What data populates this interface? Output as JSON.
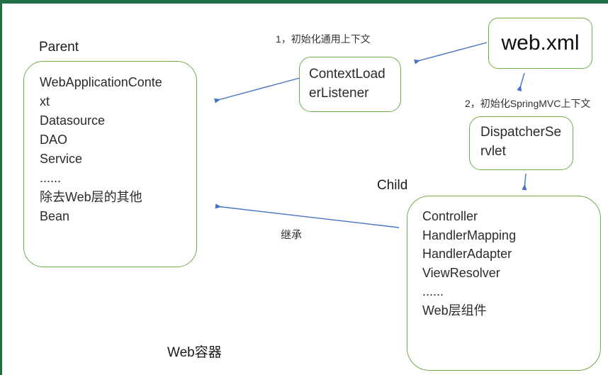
{
  "diagram": {
    "title_labels": {
      "parent": "Parent",
      "child": "Child",
      "web_container": "Web容器"
    },
    "step_labels": {
      "step1": "1，初始化通用上下文",
      "step2": "2，初始化SpringMVC上下文",
      "inherit": "继承"
    },
    "boxes": {
      "webxml": {
        "title": "web.xml"
      },
      "context_loader": {
        "lines": [
          "ContextLoad",
          "erListener"
        ]
      },
      "dispatcher_servlet": {
        "lines": [
          "DispatcherSe",
          "rvlet"
        ]
      },
      "parent_context": {
        "lines": [
          "WebApplicationConte",
          "xt",
          "Datasource",
          "DAO",
          "Service",
          "......",
          "除去Web层的其他",
          "Bean"
        ]
      },
      "child_context": {
        "lines": [
          "Controller",
          "HandlerMapping",
          "HandlerAdapter",
          "ViewResolver",
          "......",
          "Web层组件"
        ]
      }
    },
    "colors": {
      "box_border": "#70AD47",
      "arrow": "#4472C4",
      "chrome_green": "#1F7145",
      "text": "#262626"
    }
  }
}
